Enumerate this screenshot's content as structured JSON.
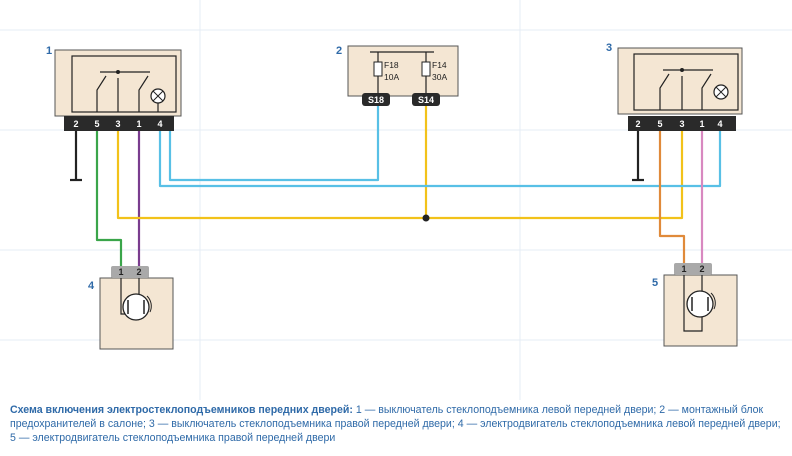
{
  "components": {
    "c1": {
      "number": "1",
      "pins": [
        "2",
        "5",
        "3",
        "1",
        "4"
      ]
    },
    "c2": {
      "number": "2",
      "fuses": [
        {
          "id": "F18",
          "rating": "10A"
        },
        {
          "id": "F14",
          "rating": "30A"
        }
      ],
      "pins": [
        "S18",
        "S14"
      ]
    },
    "c3": {
      "number": "3",
      "pins": [
        "2",
        "5",
        "3",
        "1",
        "4"
      ]
    },
    "c4": {
      "number": "4",
      "pins": [
        "1",
        "2"
      ]
    },
    "c5": {
      "number": "5",
      "pins": [
        "1",
        "2"
      ]
    }
  },
  "wire_colors": {
    "green": "#3aa54a",
    "yellow": "#f2c21a",
    "violet": "#7a3c8e",
    "blue": "#58c0e6",
    "pink": "#d888c0",
    "orange": "#e08a3a",
    "black": "#222222"
  },
  "caption": {
    "title": "Схема включения электростеклоподъемников передних дверей:",
    "text": " 1 — выключатель стеклоподъемника левой передней двери; 2 — монтажный блок предохранителей в салоне; 3 — выключатель стеклоподъемника правой передней двери; 4 — электродвигатель стеклоподъемника левой передней двери; 5 — электродвигатель стеклоподъемника правой передней двери"
  }
}
